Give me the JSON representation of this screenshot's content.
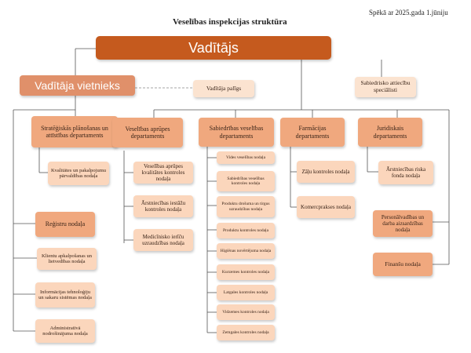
{
  "title": "Veselības inspekcijas struktūra",
  "effective_date": "Spēkā ar 2025.gada 1.jūniju",
  "head": "Vadītājs",
  "deputy": "Vadītāja vietnieks",
  "assistant": "Vadītāja palīgs",
  "pr_specialist": "Sabiedrisko attiecību speciālisti",
  "colors": {
    "head": "#c55a1e",
    "department": "#f0a87e",
    "unit": "#fbd6bc",
    "line": "#555555"
  },
  "left_department": {
    "label": "Stratēģiskās plānošanas un attīstības departaments",
    "units": [
      "Kvalitātes un pakalpojumu pārvaldības nodaļa"
    ]
  },
  "deputy_units": [
    "Reģistru nodaļa",
    "Klientu apkalpošanas un lietvedības nodaļa",
    "Informācijas tehnoloģiju un sakaru sistēmas nodaļa",
    "Administratīvā nodrošinājuma nodaļa"
  ],
  "departments": [
    {
      "label": "Veselības aprūpes departaments",
      "units": [
        "Veselības aprūpes kvalitātes kontroles nodaļa",
        "Ārstniecības iestāžu kontroles nodaļa",
        "Medicīnisko ierīču uzraudzības nodaļa"
      ]
    },
    {
      "label": "Sabiedrības veselības departaments",
      "units": [
        "Vides veselības nodaļa",
        "Sabiedrības veselības kontroles nodaļa",
        "Produktu drošuma un tirgus uzraudzības nodaļa",
        "Produktu kontroles nodaļa",
        "Higiēnas novērtējuma nodaļa",
        "Kurzemes kontroles nodaļa",
        "Latgales kontroles nodaļa",
        "Vidzemes kontroles nodaļa",
        "Zemgales kontroles nodaļa"
      ]
    },
    {
      "label": "Farmācijas departaments",
      "units": [
        "Zāļu kontroles nodaļa",
        "Komercprakses nodaļa"
      ]
    },
    {
      "label": "Juridiskais departaments",
      "units": [
        "Ārstniecības riska fonda nodaļa"
      ]
    }
  ],
  "head_units": [
    "Personālvadības un darba aizsardzības nodaļa",
    "Finanšu nodaļa"
  ]
}
